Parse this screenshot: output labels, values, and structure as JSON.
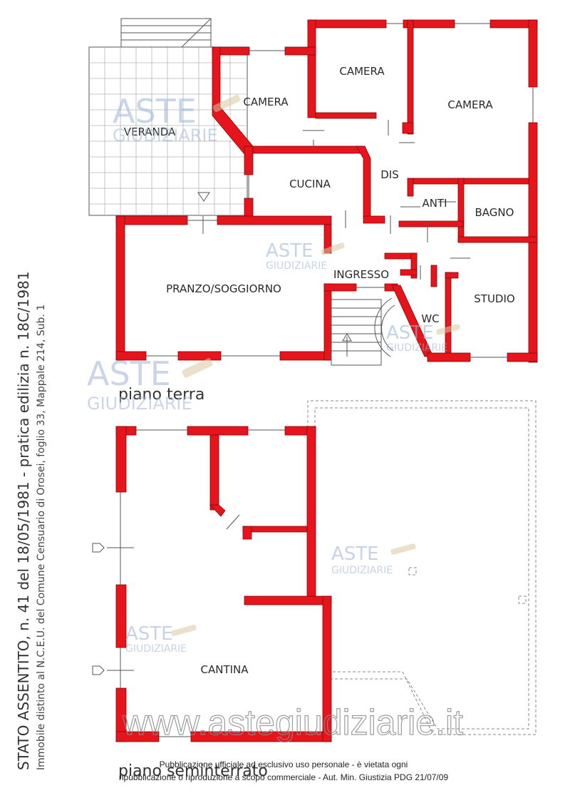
{
  "side_text": {
    "title": "STATO ASSENTITO, n. 41 del 18/05/1981 - pratica edilizia n. 18C/1981",
    "subtitle": "Immobile distinto al N.C.E.U. del Comune Censuario di Orosei, foglio 33, Mappale 214, Sub. 1"
  },
  "ground_floor": {
    "label": "piano terra",
    "rooms": {
      "veranda": "VERANDA",
      "camera_1": "CAMERA",
      "camera_2": "CAMERA",
      "camera_3": "CAMERA",
      "cucina": "CUCINA",
      "dis": "DIS",
      "anti": "ANTI",
      "bagno": "BAGNO",
      "ingresso": "INGRESSO",
      "pranzo": "PRANZO/SOGGIORNO",
      "studio": "STUDIO",
      "wc": "WC"
    }
  },
  "basement": {
    "label": "piano seminterrato",
    "rooms": {
      "cantina": "CANTINA"
    }
  },
  "watermarks": {
    "aste": "ASTE",
    "giudiziarie": "GIUDIZIARIE",
    "url": "www.astegiudiziarie.it"
  },
  "footer": {
    "line1": "Pubblicazione ufficiale ad esclusivo uso personale - è vietata ogni",
    "line2": "ripubblicazione o riproduzione a scopo commerciale - Aut. Min. Giustizia PDG 21/07/09"
  },
  "colors": {
    "wall": "#e8141c",
    "watermark": "#9fb6d6"
  }
}
